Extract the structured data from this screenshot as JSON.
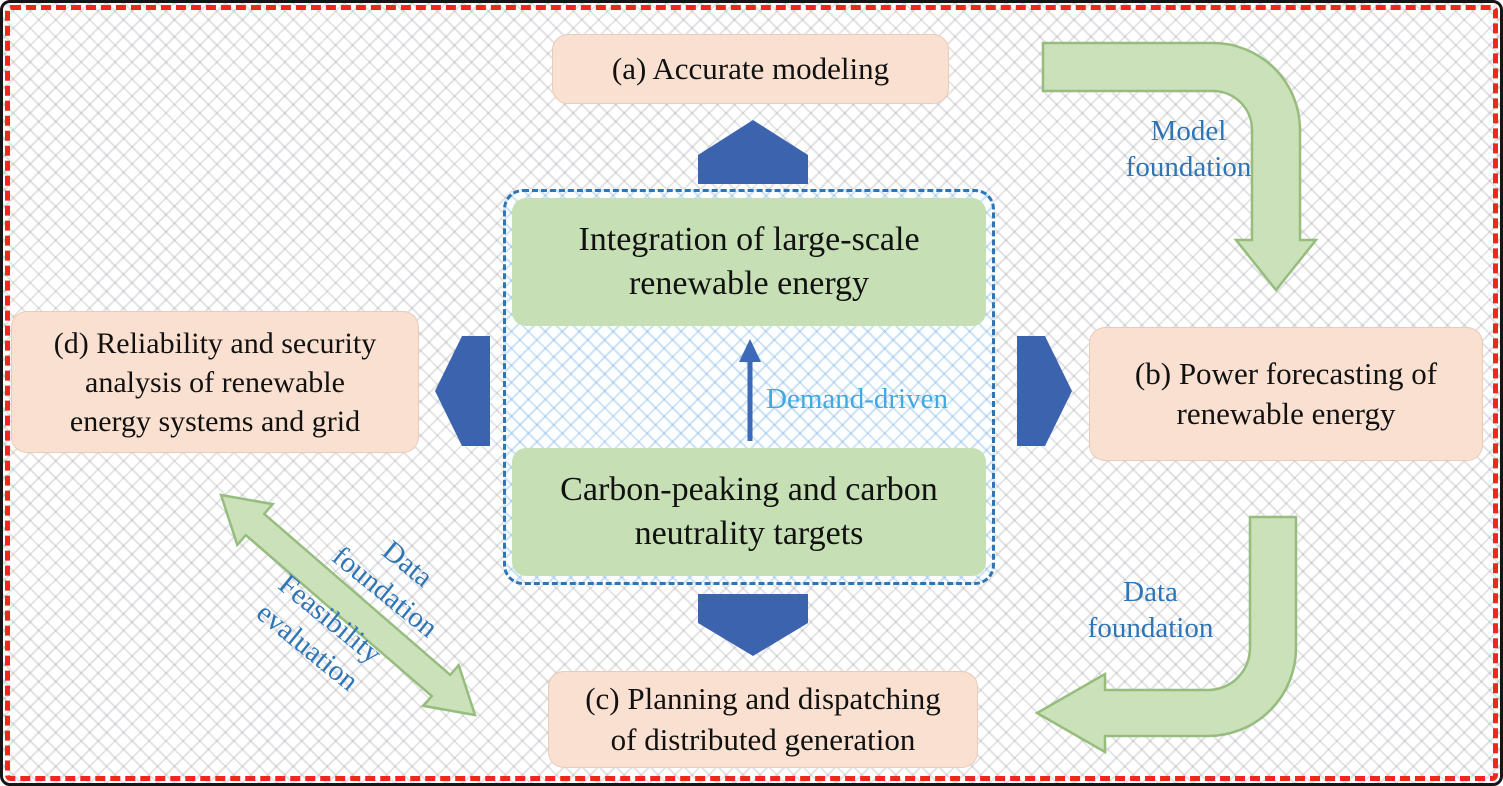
{
  "center": {
    "top_box": "Integration of large-scale\nrenewable energy",
    "bottom_box": "Carbon-peaking and carbon\nneutrality targets",
    "demand_label": "Demand-driven"
  },
  "nodes": {
    "a": "(a) Accurate modeling",
    "b": "(b) Power forecasting of\nrenewable energy",
    "c": "(c) Planning and dispatching\nof distributed generation",
    "d": "(d) Reliability and security\nanalysis of renewable\nenergy systems and grid"
  },
  "edge_labels": {
    "model_foundation": "Model\nfoundation",
    "data_foundation_right": "Data\nfoundation",
    "data_foundation_left": "Data\nfoundation",
    "feasibility_evaluation": "Feasibility\nevaluation"
  },
  "colors": {
    "peach_box": "#f9e0d0",
    "green_box": "#c6dfb4",
    "blue_arrow": "#3c63ad",
    "demand_arrow_blue": "#3d6ab8",
    "green_arrow_fill": "#cbe1ba",
    "green_arrow_stroke": "#96bd7d",
    "edge_label_blue": "#2e75b6",
    "demand_label_blue": "#3fa9e1",
    "center_dashed_border": "#2e75b6",
    "outer_dashed_border": "#ee2721"
  }
}
